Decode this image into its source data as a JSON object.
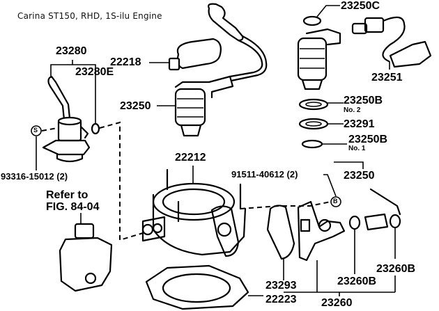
{
  "title": "Carina ST150, RHD, 1S-ilu Engine",
  "parts": {
    "p23280": "23280",
    "p23280E": "23280E",
    "p22218": "22218",
    "p23250_left": "23250",
    "p23250C": "23250C",
    "p23251": "23251",
    "p23250B_no2": "23250B",
    "p23250B_no2_sub": "No. 2",
    "p23291": "23291",
    "p23250B_no1": "23250B",
    "p23250B_no1_sub": "No. 1",
    "p23250_right": "23250",
    "p22212": "22212",
    "p93316": "93316-15012 (2)",
    "p91511": "91511-40612 (2)",
    "p23293": "23293",
    "p23260B_mid": "23260B",
    "p23260B_right": "23260B",
    "p22223": "22223",
    "p23260": "23260"
  },
  "reference": {
    "line1": "Refer to",
    "line2": "FIG. 84-04"
  },
  "symbols": {
    "s_marker": "S",
    "b_marker": "B"
  }
}
